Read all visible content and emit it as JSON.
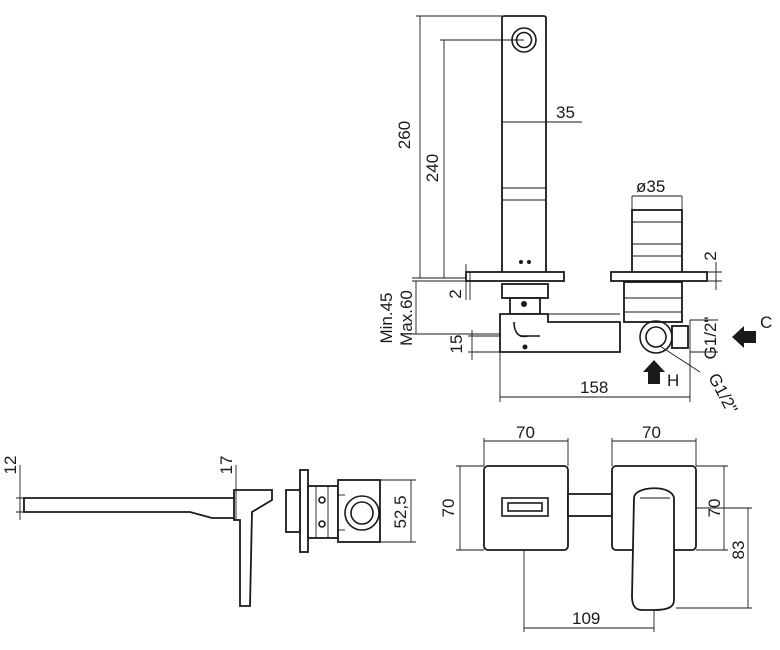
{
  "dimensions": {
    "d260": "260",
    "d240": "240",
    "d35": "35",
    "dia35": "ø35",
    "d2_left": "2",
    "d2_right": "2",
    "min45": "Min.45",
    "max60": "Max.60",
    "d15": "15",
    "d158": "158",
    "g12_c": "G1/2\"",
    "g12_h": "G1/2\"",
    "c_label": "C",
    "h_label": "H",
    "d12": "12",
    "d17": "17",
    "d52_5": "52,5",
    "d70_top_left": "70",
    "d70_top_right": "70",
    "d70_left": "70",
    "d70_right": "70",
    "d83": "83",
    "d109": "109"
  }
}
